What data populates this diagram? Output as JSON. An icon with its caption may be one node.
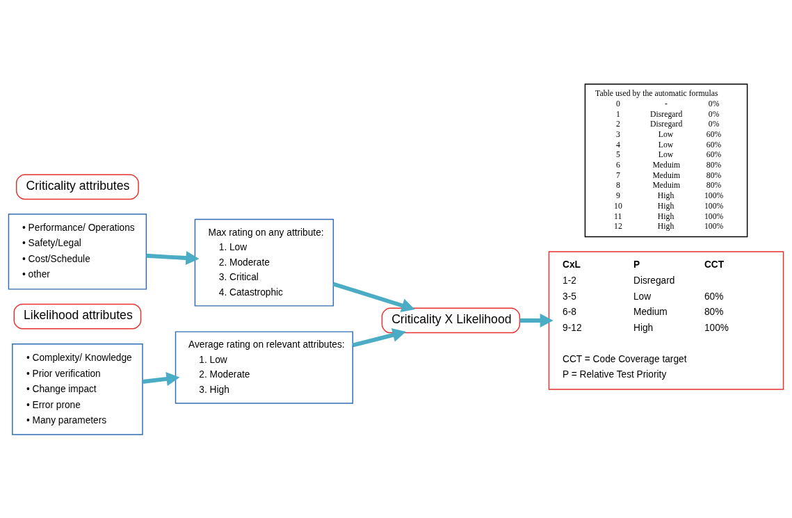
{
  "diagram": {
    "nodes": [
      {
        "text": [
          "Criticality attributes"
        ]
      },
      {
        "text": [
          "• Performance/ Operations",
          "• Safety/Legal",
          "• Cost/Schedule",
          "• other"
        ]
      },
      {
        "text": [
          "Max rating on any attribute:",
          "1. Low",
          "2. Moderate",
          "3. Critical",
          "4. Catastrophic"
        ]
      },
      {
        "text": [
          "Likelihood attributes"
        ]
      },
      {
        "text": [
          "• Complexity/ Knowledge",
          "• Prior verification",
          "• Change impact",
          "• Error prone",
          "• Many parameters"
        ]
      },
      {
        "text": [
          "Average rating on relevant attributes:",
          "1. Low",
          "2. Moderate",
          "3. High"
        ]
      },
      {
        "text": [
          "Criticality X Likelihood"
        ]
      },
      {
        "text": [
          "CxL",
          "P",
          "CCT",
          "1-2",
          "Disregard",
          "3-5",
          "Low",
          "60%",
          "6-8",
          "Medium",
          "80%",
          "9-12",
          "High",
          "100%",
          "CCT = Code Coverage target",
          "P = Relative Test Priority"
        ]
      },
      {
        "text": [
          "Table used by the automatic formulas",
          "0",
          "-",
          "0%",
          "1",
          "Disregard",
          "0%",
          "2",
          "Disregard",
          "0%",
          "3",
          "Low",
          "60%",
          "4",
          "Low",
          "60%",
          "5",
          "Low",
          "60%",
          "6",
          "Meduim",
          "80%",
          "7",
          "Meduim",
          "80%",
          "8",
          "Meduim",
          "80%",
          "9",
          "High",
          "100%",
          "10",
          "High",
          "100%",
          "11",
          "High",
          "100%",
          "12",
          "High",
          "100%"
        ]
      }
    ],
    "edges": [
      {
        "from": 1,
        "to": 2,
        "arrow": "to"
      },
      {
        "from": 4,
        "to": 5,
        "arrow": "to"
      },
      {
        "from": 2,
        "to": 6,
        "arrow": "to"
      },
      {
        "from": 5,
        "to": 6,
        "arrow": "to"
      },
      {
        "from": 6,
        "to": 7,
        "arrow": "to"
      }
    ]
  }
}
